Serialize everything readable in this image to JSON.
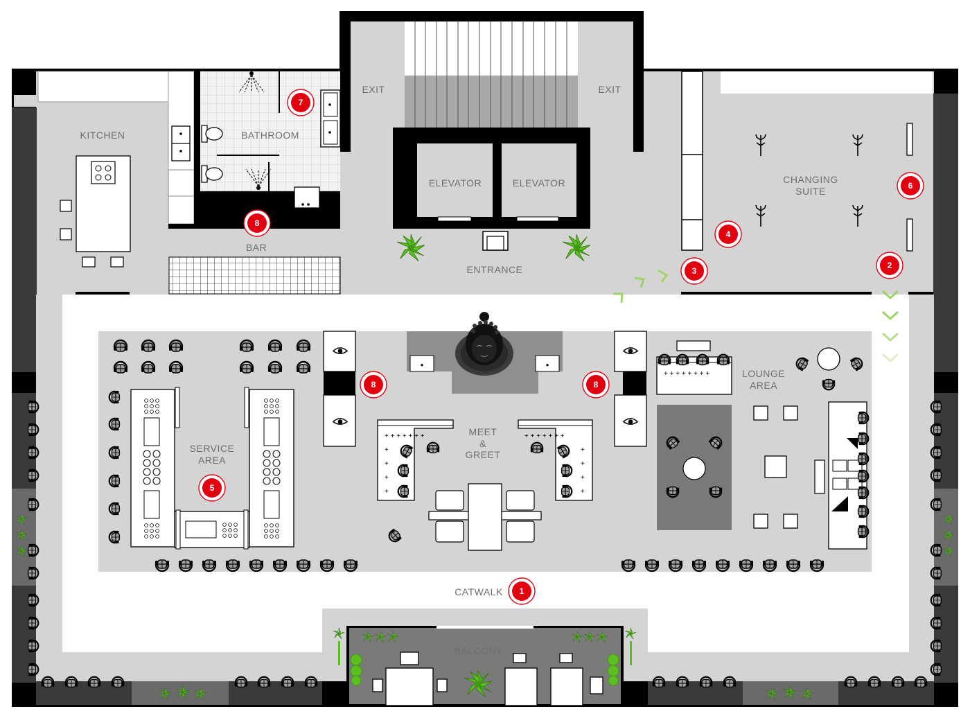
{
  "labels": {
    "kitchen": "KITCHEN",
    "bathroom": "BATHROOM",
    "exit_left": "EXIT",
    "exit_right": "EXIT",
    "elevator_left": "ELEVATOR",
    "elevator_right": "ELEVATOR",
    "entrance": "ENTRANCE",
    "bar": "BAR",
    "changing_1": "CHANGING",
    "changing_2": "SUITE",
    "service_1": "SERVICE",
    "service_2": "AREA",
    "meet_1": "MEET",
    "meet_2": "&",
    "meet_3": "GREET",
    "lounge_1": "LOUNGE",
    "lounge_2": "AREA",
    "catwalk": "CATWALK",
    "balcony": "BALCONY"
  },
  "markers": {
    "catwalk": "1",
    "changing_exit": "2",
    "changing_entry": "3",
    "bench": "4",
    "service": "5",
    "racks": "6",
    "bathroom": "7",
    "bar": "8",
    "photo_left": "8",
    "photo_right": "8"
  },
  "colors": {
    "wall": "#000000",
    "floor": "#d4d4d4",
    "dark_floor": "#7a7a7a",
    "window": "#3a3a3a",
    "marker": "#e3000f",
    "plant": "#5bbf21",
    "path_arrow": "#9fd36a"
  }
}
